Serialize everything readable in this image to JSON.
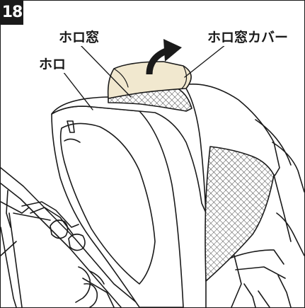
{
  "step": {
    "number": "18"
  },
  "labels": {
    "hood": "ホロ",
    "hood_window": "ホロ窓",
    "hood_window_cover": "ホロ窓カバー"
  },
  "colors": {
    "ink": "#1a1a1a",
    "cover_fill": "#f1e8cf",
    "canopy_fill": "#ffffff"
  },
  "icons": {
    "lift_direction": "curved-arrow-up-right"
  }
}
